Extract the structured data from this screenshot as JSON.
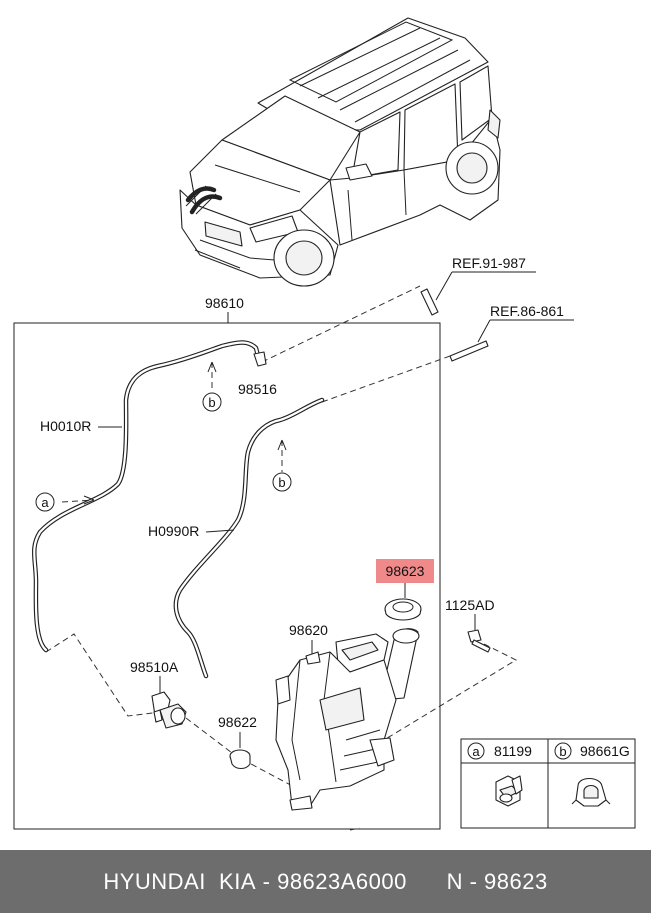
{
  "colors": {
    "highlight": "#f08a8a",
    "footer_bg": "#6d6d6d",
    "footer_text": "#ffffff"
  },
  "labels": {
    "ref_top": "REF.91-987",
    "ref_mid": "REF.86-861",
    "hose_assy": "98610",
    "connector": "98516",
    "hose_r1": "H0010R",
    "hose_r2": "H0990R",
    "cap": "98623",
    "bolt": "1125AD",
    "reservoir": "98620",
    "pump": "98510A",
    "grommet": "98622"
  },
  "callouts": {
    "a": "a",
    "b": "b"
  },
  "legend": {
    "items": [
      {
        "letter": "a",
        "part_no": "81199"
      },
      {
        "letter": "b",
        "part_no": "98661G"
      }
    ]
  },
  "footer": {
    "brand": "HYUNDAI  KIA",
    "part_number": "98623A6000",
    "ref": "N - 98623"
  }
}
